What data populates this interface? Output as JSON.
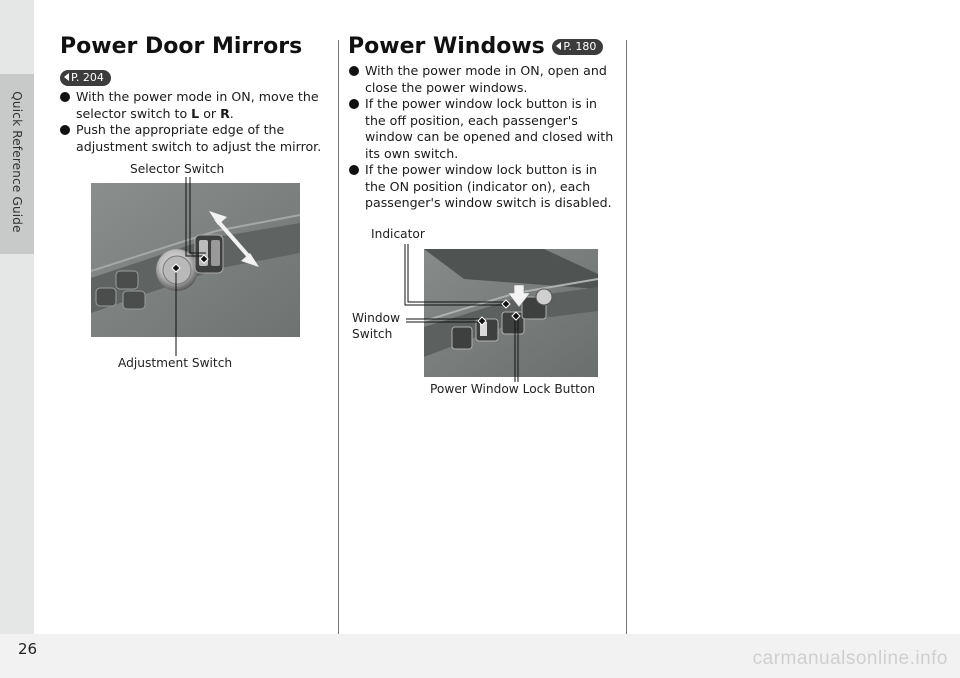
{
  "sidebar": {
    "section_label": "Quick Reference Guide"
  },
  "footer": {
    "page_number": "26",
    "watermark": "carmanualsonline.info"
  },
  "mirrors": {
    "title": "Power Door Mirrors",
    "page_ref": "P. 204",
    "bullet_1_before": "With the power mode in ON, move the selector switch to ",
    "key_l": "L",
    "bullet_1_mid": " or ",
    "key_r": "R",
    "bullet_1_after": ".",
    "bullet_2": "Push the appropriate edge of the adjustment switch to adjust the mirror.",
    "callout_selector": "Selector Switch",
    "callout_adjustment": "Adjustment Switch"
  },
  "windows": {
    "title": "Power Windows",
    "page_ref": "P. 180",
    "bullets": [
      "With the power mode in ON, open and close the power windows.",
      "If the power window lock button is in the off position, each passenger's window can be opened and closed with its own switch.",
      "If the power window lock button is in the ON position (indicator on), each passenger's window switch is disabled."
    ],
    "callout_indicator": "Indicator",
    "callout_window_line1": "Window",
    "callout_window_line2": "Switch",
    "callout_lock": "Power Window Lock Button"
  },
  "colors": {
    "photo_bg": "#7b7f7e",
    "tab_bg": "#e5e6e6",
    "tab_accent": "#c8caca"
  }
}
